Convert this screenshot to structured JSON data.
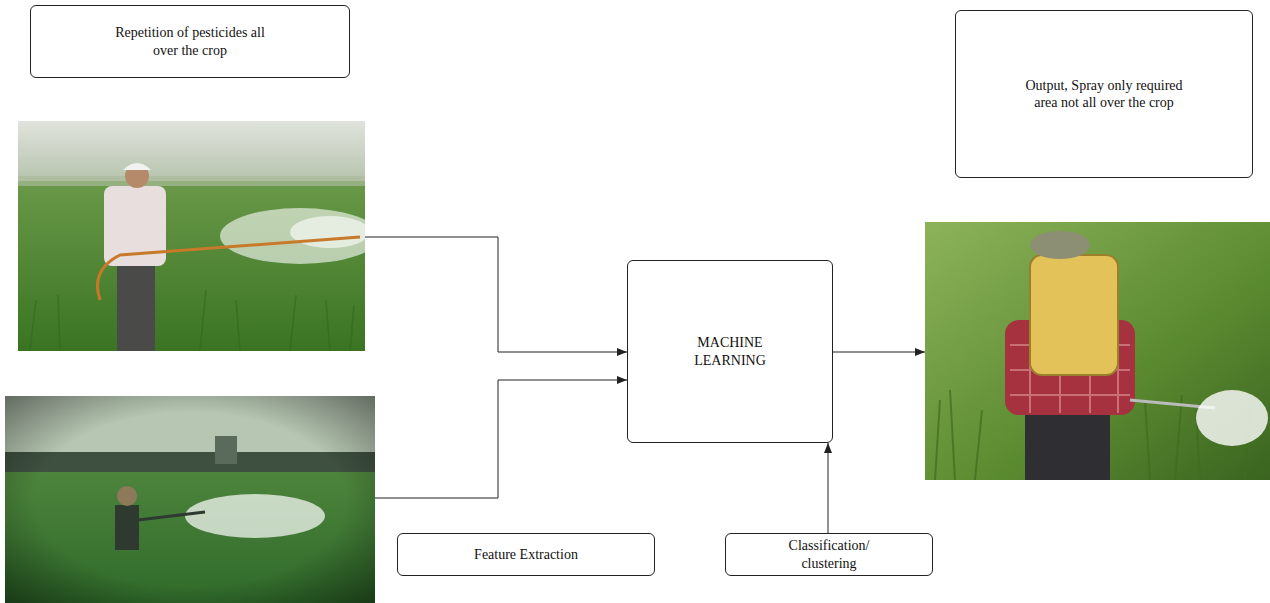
{
  "diagram": {
    "nodes": [
      {
        "text": [
          "Repetition of pesticides all over the crop"
        ]
      },
      {
        "text": [
          "Output, Spray only required area not all over the crop"
        ]
      },
      {
        "text": [
          "MACHINE LEARNING"
        ]
      },
      {
        "text": [
          "Feature Extraction"
        ]
      },
      {
        "text": [
          "Classification/ clustering"
        ]
      }
    ],
    "edges": [
      {
        "from": 4,
        "to": 2,
        "arrow": "to"
      }
    ]
  }
}
